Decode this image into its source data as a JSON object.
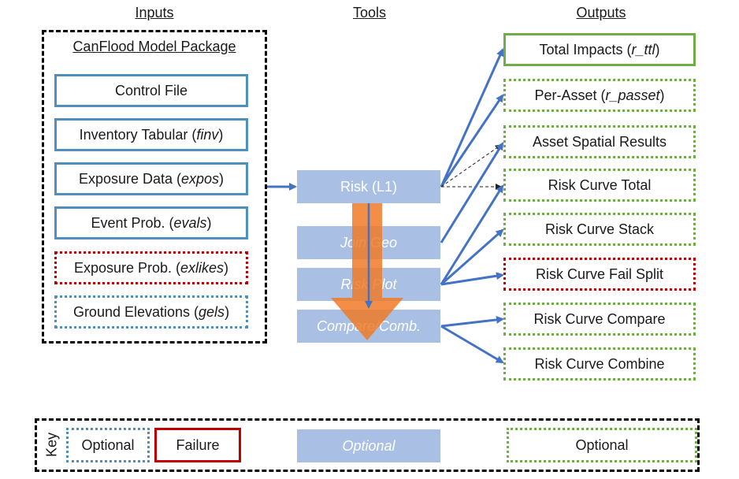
{
  "headers": {
    "inputs": "Inputs",
    "tools": "Tools",
    "outputs": "Outputs"
  },
  "package": {
    "title": "CanFlood Model Package",
    "items": [
      {
        "text": "Control File",
        "italic": "",
        "suffix": ""
      },
      {
        "text": "Inventory Tabular (",
        "italic": "finv",
        "suffix": ")"
      },
      {
        "text": "Exposure Data (",
        "italic": "expos",
        "suffix": ")"
      },
      {
        "text": "Event Prob. (",
        "italic": "evals",
        "suffix": ")"
      },
      {
        "text": "Exposure Prob. (",
        "italic": "exlikes",
        "suffix": ")"
      },
      {
        "text": "Ground Elevations (",
        "italic": "gels",
        "suffix": ")"
      }
    ]
  },
  "tools": [
    "Risk (L1)",
    "Join Geo",
    "Risk Plot",
    "Compare/Comb."
  ],
  "outputs": [
    {
      "text": "Total Impacts (",
      "italic": "r_ttl",
      "suffix": ")"
    },
    {
      "text": "Per-Asset (",
      "italic": "r_passet",
      "suffix": ")"
    },
    {
      "text": "Asset Spatial Results",
      "italic": "",
      "suffix": ""
    },
    {
      "text": "Risk Curve Total",
      "italic": "",
      "suffix": ""
    },
    {
      "text": "Risk Curve Stack",
      "italic": "",
      "suffix": ""
    },
    {
      "text": "Risk Curve Fail Split",
      "italic": "",
      "suffix": ""
    },
    {
      "text": "Risk Curve Compare",
      "italic": "",
      "suffix": ""
    },
    {
      "text": "Risk Curve Combine",
      "italic": "",
      "suffix": ""
    }
  ],
  "key": {
    "label": "Key",
    "optional_input": "Optional",
    "failure": "Failure",
    "optional_tool": "Optional",
    "optional_output": "Optional"
  },
  "colors": {
    "blue_border": "#4f8fc0",
    "red_border": "#c00000",
    "green_border": "#70ad47",
    "tool_fill": "#a9bfe3",
    "orange_arrow": "#f07a28",
    "connector": "#4472c4"
  }
}
